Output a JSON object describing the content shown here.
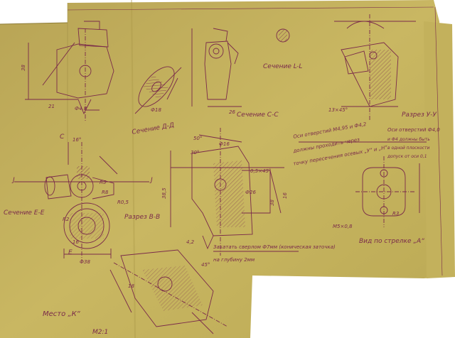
{
  "texts": {
    "sec_e": "Сечение Е-Е",
    "sec_d": "Сечение Д-Д",
    "sec_c": "Сечение С-С",
    "sec_l": "Сечение L-L",
    "razrez_bb": "Разрез В-В",
    "razrez_yy": "Разрез У-У",
    "mesto_k": "Место „К“",
    "m21": "М2:1",
    "vid_a": "Вид по стрелке „А“",
    "note_axis_1": "Оси отверстий М4,95 и Ф4,2",
    "note_axis_2": "должны проходить через",
    "note_axis_3": "точку пересечения осевых „У“ и „Н“",
    "note_holes_1": "Оси отверстий Ф4,0",
    "note_holes_2": "и Ф4 должны быть",
    "note_holes_3": "в одной плоскости",
    "note_holes_4": "допуск от оси 0,1",
    "note_bottom_1": "Закатать сверлом Ф7мм (коническая заточка)",
    "note_bottom_2": "на глубину 2мм",
    "dims": {
      "d1": "16°",
      "d2": "R8",
      "d3": "R0,5",
      "d4": "Ф38",
      "d5": "18",
      "d6": "50°",
      "d7": "30°",
      "d8": "Ф16",
      "d9": "38,5",
      "d10": "4,2",
      "d11": "45°",
      "d12": "М5×0,8",
      "d13": "R3",
      "d14": "Ф4,8",
      "d15": "26",
      "d16": "38",
      "d17": "R5",
      "d18": "21",
      "d19": "Ф18",
      "d20": "13×45°",
      "d21": "0,5×45°",
      "d22": "16",
      "d23": "R2",
      "d24": "Ф26",
      "d25": "16",
      "d26": "38"
    },
    "letters": {
      "c": "С",
      "j1": "J",
      "j2": "J",
      "e": "Е"
    }
  }
}
